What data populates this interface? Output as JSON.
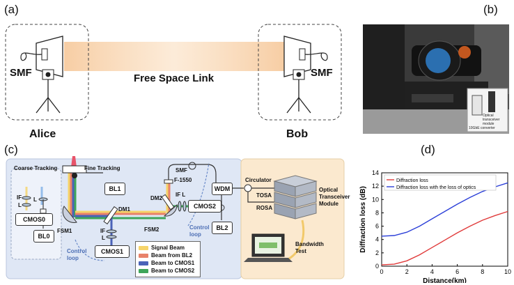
{
  "panels": {
    "a": {
      "label": "(a)",
      "left_label": "SMF",
      "right_label": "SMF",
      "link_label": "Free Space Link",
      "alice": "Alice",
      "bob": "Bob"
    },
    "b": {
      "label": "(b)",
      "inset_module": "Optical transceiver module",
      "inset_converter": "10GbE converter"
    },
    "c": {
      "label": "(c)",
      "coarse_tracking": "Coarse Tracking",
      "fine_tracking": "Fine Tracking",
      "bl0": "BL0",
      "bl1": "BL1",
      "bl2": "BL2",
      "cmos0": "CMOS0",
      "cmos1": "CMOS1",
      "cmos2": "CMOS2",
      "fsm1": "FSM1",
      "fsm2": "FSM2",
      "dm1": "DM1",
      "dm2": "DM2",
      "if_a": "IF",
      "l_a": "L",
      "if_b": "IF",
      "l_b": "L",
      "if_c": "IF",
      "l_c": "L",
      "f1550": "F-1550",
      "smf": "SMF",
      "wdm": "WDM",
      "circulator": "Circulator",
      "tosa": "TOSA",
      "rosa": "ROSA",
      "transceiver": [
        "Optical",
        "Transceiver",
        "Module"
      ],
      "bandwidth": [
        "Bandwidth",
        "Test"
      ],
      "control_loop_1": [
        "Control",
        "loop"
      ],
      "control_loop_2": [
        "Control",
        "loop"
      ],
      "legend": [
        {
          "label": "Signal Beam",
          "color": "#f6d46a"
        },
        {
          "label": "Beam from BL2",
          "color": "#e8826a"
        },
        {
          "label": "Beam to CMOS1",
          "color": "#4a62b8"
        },
        {
          "label": "Beam to CMOS2",
          "color": "#3ea55a"
        }
      ]
    },
    "d": {
      "label": "(d)"
    }
  },
  "chart_data": {
    "type": "line",
    "xlabel": "Distance(km)",
    "ylabel": "Diffraction loss (dB)",
    "xlim": [
      0,
      10
    ],
    "ylim": [
      0,
      14
    ],
    "xticks": [
      0,
      2,
      4,
      6,
      8,
      10
    ],
    "yticks": [
      0,
      2,
      4,
      6,
      8,
      10,
      12,
      14
    ],
    "grid": false,
    "legend_position": "top-left",
    "series": [
      {
        "name": "Diffraction loss",
        "color": "#e03a3a",
        "x": [
          0,
          1,
          2,
          3,
          4,
          5,
          6,
          7,
          8,
          9,
          10
        ],
        "y": [
          0.2,
          0.3,
          0.8,
          1.7,
          2.8,
          3.9,
          5.0,
          6.0,
          6.9,
          7.6,
          8.2
        ]
      },
      {
        "name": "Diffraction loss with the loss of optics",
        "color": "#2b3fd8",
        "x": [
          0,
          1,
          2,
          3,
          4,
          5,
          6,
          7,
          8,
          9,
          10
        ],
        "y": [
          4.5,
          4.6,
          5.1,
          6.0,
          7.1,
          8.2,
          9.3,
          10.3,
          11.2,
          11.9,
          12.5
        ]
      }
    ]
  }
}
